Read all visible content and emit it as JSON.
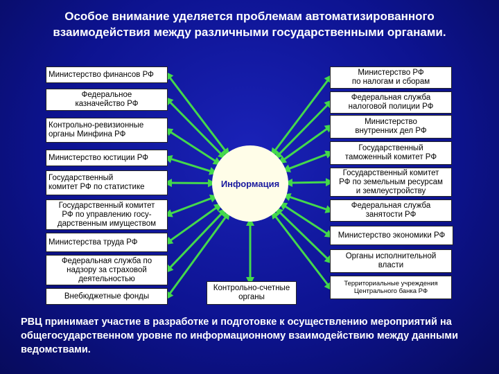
{
  "title": "Особое внимание уделяется проблемам автоматизированного\nвзаимодействия между различными государственными органами.",
  "hub": {
    "label": "Информация"
  },
  "left_boxes": [
    "Министерство финансов РФ",
    "Федеральное\nказначейство РФ",
    "Контрольно-ревизионные\nорганы Минфина РФ",
    "Министерство юстиции РФ",
    "Государственный\nкомитет РФ по статистике",
    "Государственный комитет\nРФ по управлению госу-\nдарственным имуществом",
    "Министерства труда РФ",
    "Федеральная служба по\nнадзору за страховой\nдеятельностью",
    "Внебюджетные фонды"
  ],
  "right_boxes": [
    "Министерство РФ\nпо налогам и сборам",
    "Федеральная служба\nналоговой полиции РФ",
    "Министерство\nвнутренних дел РФ",
    "Государственный\nтаможенный комитет РФ",
    "Государственный комитет\nРФ по земельным ресурсам\nи землеустройству",
    "Федеральная служба\nзанятости РФ",
    "Министерство экономики РФ",
    "Органы исполнительной\nвласти",
    "Территориальные учреждения\nЦентрального банка РФ"
  ],
  "bottom_box": "Контрольно-счетные\nорганы",
  "footer": "  РВЦ принимает участие в разработке и подготовке к осуществлению мероприятий на общегосударственном уровне по информационному взаимодействию между данными ведомствами.",
  "colors": {
    "arrow": "#44d84c",
    "background": "#0d1390",
    "hub_text": "#1a1a9e"
  }
}
